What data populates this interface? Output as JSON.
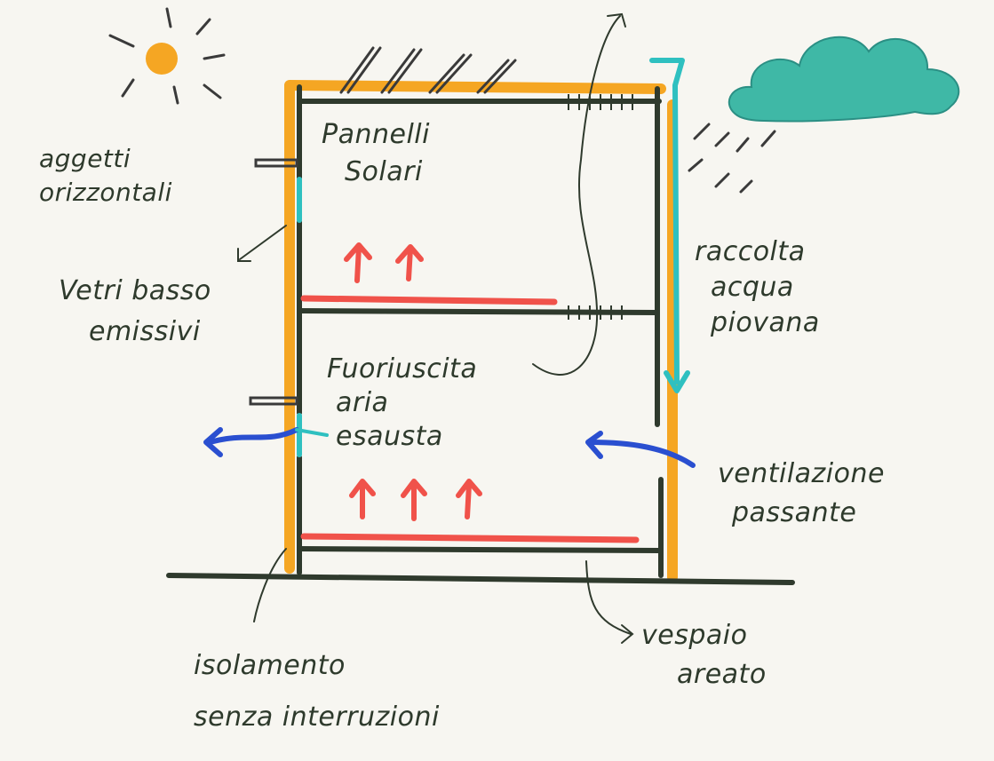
{
  "labels": {
    "pannelli_l1": "Pannelli",
    "pannelli_l2": "Solari",
    "aggetti_l1": "aggetti",
    "aggetti_l2": "orizzontali",
    "vetri_l1": "Vetri basso",
    "vetri_l2": "emissivi",
    "fuoriuscita_l1": "Fuoriuscita",
    "fuoriuscita_l2": "aria",
    "fuoriuscita_l3": "esausta",
    "raccolta_l1": "raccolta",
    "raccolta_l2": "acqua",
    "raccolta_l3": "piovana",
    "ventilazione_l1": "ventilazione",
    "ventilazione_l2": "passante",
    "vespaio_l1": "vespaio",
    "vespaio_l2": "areato",
    "isolamento_l1": "isolamento",
    "isolamento_l2": "senza interruzioni"
  },
  "colors": {
    "ink": "#2e3a2c",
    "insulation": "#f5a623",
    "heat_arrow": "#f0524a",
    "air_arrow": "#2a4fd0",
    "water": "#2fc0c0",
    "cloud": "#3fb8a6",
    "sun": "#f5a623",
    "paper": "#f7f6f1"
  },
  "icons": {
    "sun": "sun-icon",
    "cloud": "cloud-icon",
    "rain": "rain-icon"
  }
}
